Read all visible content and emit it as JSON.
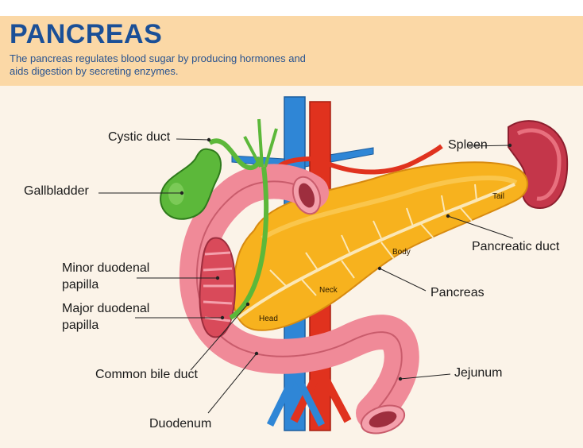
{
  "header": {
    "title": "PANCREAS",
    "subtitle": "The pancreas regulates blood sugar by producing hormones and aids digestion by secreting enzymes."
  },
  "labels": {
    "cystic_duct": "Cystic duct",
    "gallbladder": "Gallbladder",
    "minor_papilla_1": "Minor duodenal",
    "minor_papilla_2": "papilla",
    "major_papilla_1": "Major duodenal",
    "major_papilla_2": "papilla",
    "common_bile_duct": "Common  bile duct",
    "duodenum": "Duodenum",
    "spleen": "Spleen",
    "pancreatic_duct": "Pancreatic duct",
    "pancreas": "Pancreas",
    "jejunum": "Jejunum"
  },
  "region_labels": {
    "tail": "Tail",
    "body": "Body",
    "neck": "Neck",
    "head": "Head"
  },
  "colors": {
    "header_bg": "#fbd8a6",
    "panel_bg": "#fbf3e8",
    "title": "#1a4f97",
    "pancreas": "#f7b21e",
    "duodenum": "#f08a98",
    "gallbladder": "#5cb83a",
    "spleen": "#c4364a",
    "vein": "#2f86d6",
    "artery": "#e0321e"
  }
}
